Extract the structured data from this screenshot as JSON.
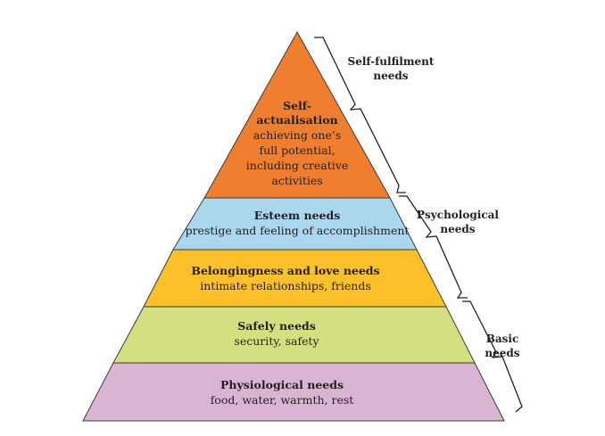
{
  "title": "Hierarchy of needs pyramid",
  "layers": [
    {
      "title": "Self-",
      "title2": "actualisation",
      "lines": [
        "achieving one’s",
        "full potential,",
        "including creative",
        "activities"
      ],
      "color": "#ef7f2f"
    },
    {
      "title": "Esteem needs",
      "lines": [
        "prestige and feeling of accomplishment"
      ],
      "color": "#a9d7ee"
    },
    {
      "title": "Belongingness and love needs",
      "lines": [
        "intimate relationships, friends"
      ],
      "color": "#fcc02a"
    },
    {
      "title": "Safely needs",
      "lines": [
        "security, safety"
      ],
      "color": "#d4e07f"
    },
    {
      "title": "Physiological needs",
      "lines": [
        "food, water, warmth, rest"
      ],
      "color": "#d9b4d3"
    }
  ],
  "groups": [
    {
      "line1": "Self-fulfilment",
      "line2": "needs"
    },
    {
      "line1": "Psychological",
      "line2": "needs"
    },
    {
      "line1": "Basic",
      "line2": "needs"
    }
  ]
}
